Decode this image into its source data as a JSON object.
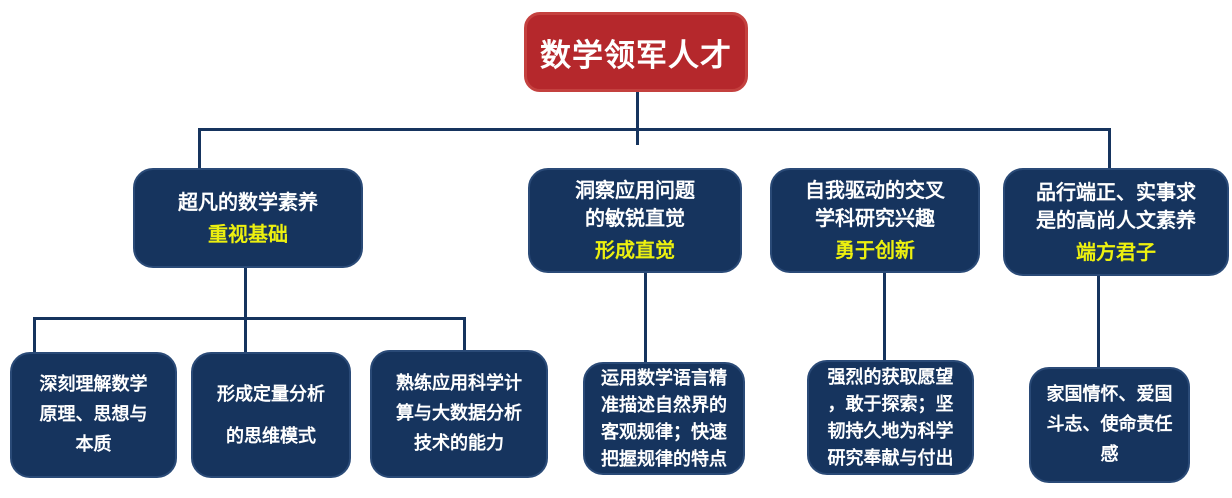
{
  "root": {
    "label": "数学领军人才"
  },
  "level2": [
    {
      "label": "超凡的数学素养",
      "keyword": "重视基础"
    },
    {
      "label": "洞察应用问题\n的敏锐直觉",
      "keyword": "形成直觉"
    },
    {
      "label": "自我驱动的交叉\n学科研究兴趣",
      "keyword": "勇于创新"
    },
    {
      "label": "品行端正、实事求\n是的高尚人文素养",
      "keyword": "端方君子"
    }
  ],
  "level3": [
    {
      "text": "深刻理解数学\n原理、思想与\n本质"
    },
    {
      "text": "形成定量分析\n的思维模式"
    },
    {
      "text": "熟练应用科学计\n算与大数据分析\n技术的能力"
    },
    {
      "text": "运用数学语言精\n准描述自然界的\n客观规律；快速\n把握规律的特点"
    },
    {
      "text": "强烈的获取愿望\n，敢于探索；坚\n韧持久地为科学\n研究奉献与付出"
    },
    {
      "text": "家国情怀、爱国\n斗志、使命责任\n感"
    }
  ],
  "colors": {
    "root_red": "#b5282c",
    "node_navy": "#16345e",
    "keyword_yellow": "#ecf00f",
    "connector": "#16345e"
  }
}
